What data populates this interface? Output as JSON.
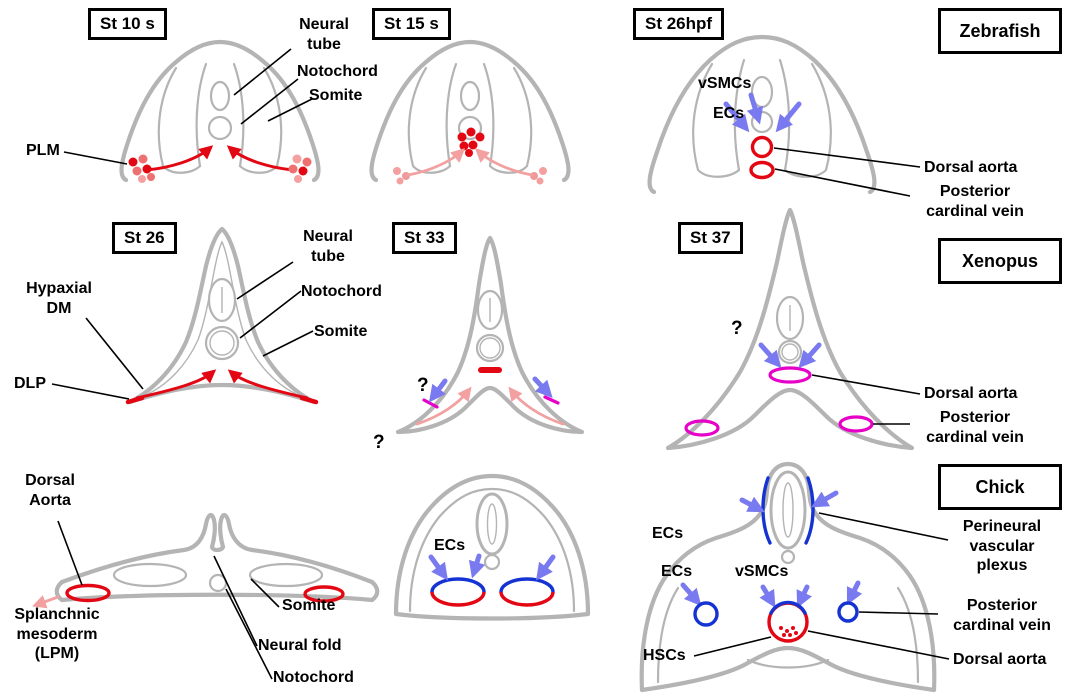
{
  "species_boxes": {
    "zebrafish": "Zebrafish",
    "xenopus": "Xenopus",
    "chick": "Chick"
  },
  "stages": {
    "zebrafish_1": "St 10 s",
    "zebrafish_2": "St 15 s",
    "zebrafish_3": "St 26hpf",
    "xenopus_1": "St 26",
    "xenopus_2": "St 33",
    "xenopus_3": "St 37"
  },
  "zebrafish_row": {
    "neural_tube": "Neural tube",
    "notochord": "Notochord",
    "somite": "Somite",
    "plm": "PLM",
    "vsmcs": "vSMCs",
    "ecs": "ECs",
    "dorsal_aorta": "Dorsal aorta",
    "posterior_cardinal_vein": "Posterior cardinal vein"
  },
  "xenopus_row": {
    "neural_tube": "Neural tube",
    "notochord": "Notochord",
    "somite": "Somite",
    "hypaxial_dm": "Hypaxial DM",
    "dlp": "DLP",
    "question_mark": "?",
    "dorsal_aorta": "Dorsal aorta",
    "posterior_cardinal_vein": "Posterior cardinal vein"
  },
  "chick_row": {
    "dorsal_aorta_early": "Dorsal Aorta",
    "splanchnic_mesoderm": "Splanchnic mesoderm (LPM)",
    "somite": "Somite",
    "neural_fold": "Neural fold",
    "notochord": "Notochord",
    "ecs": "ECs",
    "vsmcs": "vSMCs",
    "hscs": "HSCs",
    "perineural_vascular_plexus": "Perineural vascular plexus",
    "posterior_cardinal_vein": "Posterior cardinal vein",
    "dorsal_aorta": "Dorsal aorta"
  },
  "colors": {
    "outline_gray": "#b4b4b4",
    "vessel_red": "#e30613",
    "faded_red": "#f2a0a0",
    "arrow_blue": "#7a7af0",
    "vessel_blue": "#1433d2",
    "vessel_magenta": "#e600c8",
    "label_black": "#000000"
  }
}
